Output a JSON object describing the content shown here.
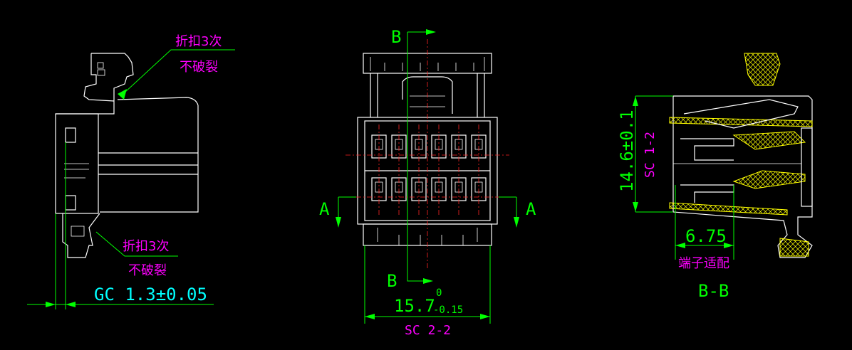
{
  "notes": {
    "fold_top_line1": "折扣3次",
    "fold_top_line2": "不破裂",
    "fold_bottom_line1": "折扣3次",
    "fold_bottom_line2": "不破裂",
    "terminal_fit": "端子适配"
  },
  "dimensions": {
    "gc": "GC 1.3±0.05",
    "width_main": "15.7",
    "width_tol_upper": "0",
    "width_tol_lower": "-0.15",
    "width_sc": "SC 2-2",
    "height": "14.6±0.1",
    "height_sc": "SC 1-2",
    "terminal_depth": "6.75"
  },
  "section_marks": {
    "b_top": "B",
    "b_bottom": "B",
    "a_left": "A",
    "a_right": "A",
    "section_title": "B-B"
  },
  "colors": {
    "background": "#000000",
    "outline": "#ffffff",
    "dimension": "#00ff00",
    "note": "#ff00ff",
    "centerline": "#ff2222",
    "section": "#ffff00",
    "gc": "#00ffff"
  }
}
